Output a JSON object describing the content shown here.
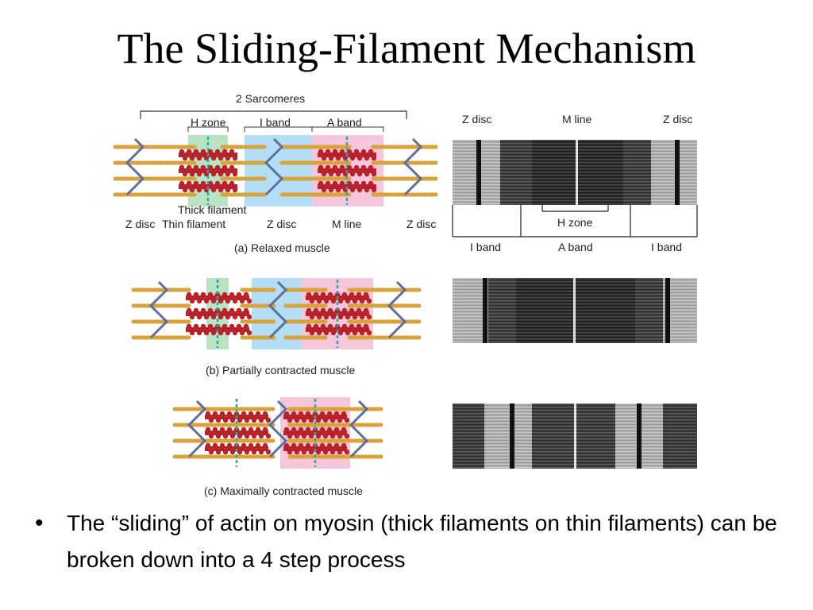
{
  "title": "The Sliding-Filament Mechanism",
  "labels": {
    "sarcomeres": "2 Sarcomeres",
    "h_zone": "H zone",
    "i_band": "I band",
    "a_band": "A band",
    "z_disc": "Z disc",
    "m_line": "M line",
    "thick_filament": "Thick filament",
    "thin_filament": "Thin filament"
  },
  "captions": {
    "a": "(a) Relaxed muscle",
    "b": "(b) Partially contracted muscle",
    "c": "(c) Maximally contracted muscle"
  },
  "colors": {
    "h_zone": "#b9e3c2",
    "i_band": "#b3def5",
    "a_band": "#f6c6dc",
    "thick": "#b8222a",
    "thin": "#d9a23a",
    "zdisc": "#5b6e9e",
    "mline": "#2aa6a6"
  },
  "bullet": "The “sliding” of actin on myosin (thick filaments on thin filaments) can be broken down into a 4 step process"
}
